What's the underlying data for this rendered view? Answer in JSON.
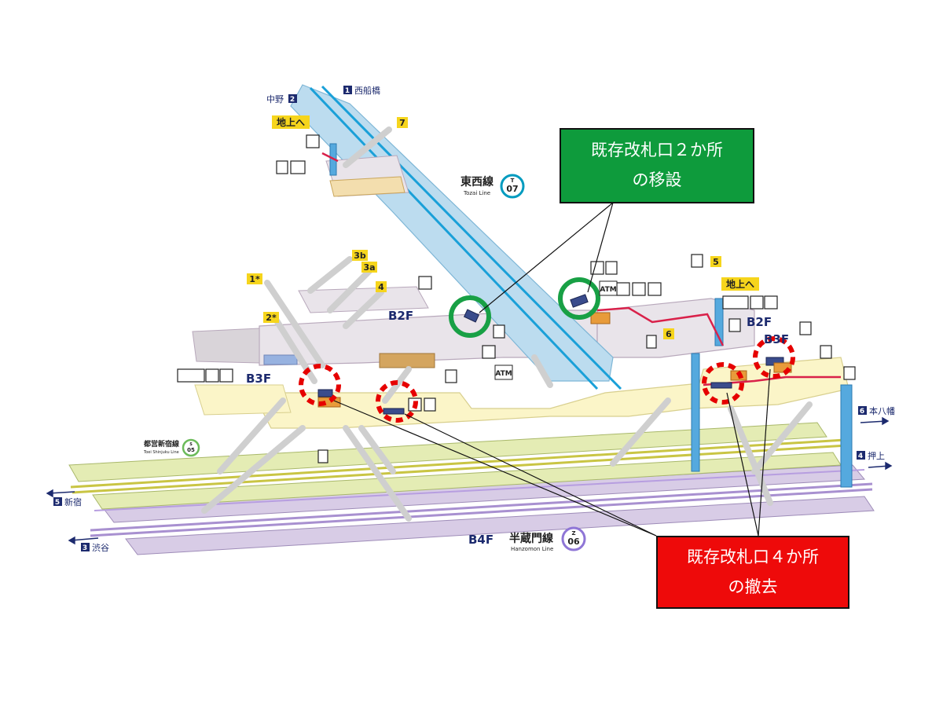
{
  "lines": {
    "tozai_ja": "東西線",
    "tozai_en": "Tozai Line",
    "tozai_code_letter": "T",
    "tozai_code_num": "07",
    "tozai_color": "#009bbf",
    "shinjuku_ja": "都営新宿線",
    "shinjuku_en": "Toei Shinjuku Line",
    "shinjuku_code_letter": "S",
    "shinjuku_code_num": "05",
    "shinjuku_color": "#6cbb5a",
    "hanzomon_ja": "半蔵門線",
    "hanzomon_en": "Hanzomon Line",
    "hanzomon_code_letter": "Z",
    "hanzomon_code_num": "06",
    "hanzomon_color": "#8f76d6"
  },
  "floors": {
    "b2f_left": "B2F",
    "b2f_right": "B2F",
    "b3f_left": "B3F",
    "b3f_right": "B3F",
    "b4f": "B4F"
  },
  "directions": {
    "nakano_num": "2",
    "nakano": "中野",
    "nishifunabashi_num": "1",
    "nishifunabashi": "西船橋",
    "shinjuku_num": "5",
    "shinjuku": "新宿",
    "motoyawata_num": "6",
    "motoyawata": "本八幡",
    "shibuya_num": "3",
    "shibuya": "渋谷",
    "oshiage_num": "4",
    "oshiage": "押上"
  },
  "exits": {
    "exit_7": "7",
    "exit_3b": "3b",
    "exit_3a": "3a",
    "exit_4": "4",
    "exit_1": "1*",
    "exit_2": "2*",
    "exit_5": "5",
    "exit_6": "6"
  },
  "signs": {
    "to_ground_left": "地上へ",
    "to_ground_right": "地上へ",
    "atm_center": "ATM",
    "atm_right": "ATM"
  },
  "callouts": {
    "green_line1": "既存改札口２か所",
    "green_line2": "の移設",
    "red_line1": "既存改札口４か所",
    "red_line2": "の撤去"
  },
  "colors": {
    "concourse": "#fbf5c8",
    "b2f_floor": "#e9e4ea",
    "tozai_platform": "#bcdcef",
    "shinjuku_platform": "#e4ecb4",
    "hanzomon_platform": "#d8cce6",
    "relocate_marker": "#18a045",
    "remove_marker": "#e60000",
    "exit_badge": "#f6d51c",
    "direction_badge": "#1c2a6e"
  }
}
